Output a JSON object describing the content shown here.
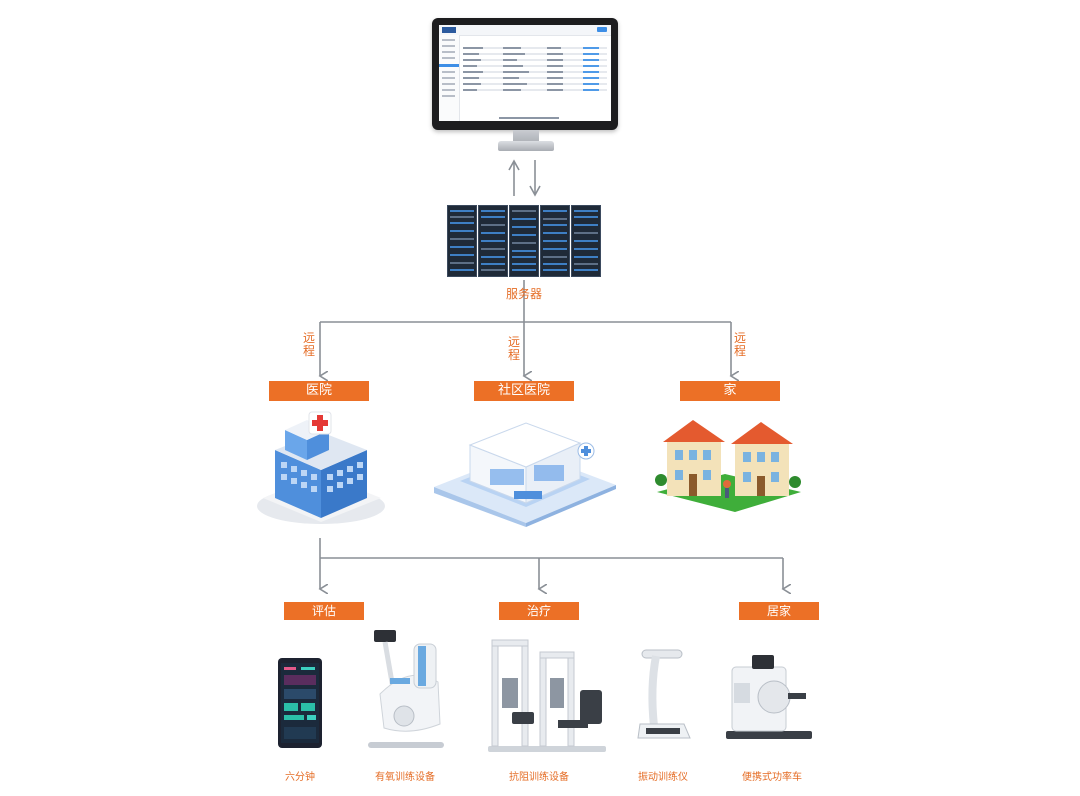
{
  "server": {
    "label": "服务器"
  },
  "remote_labels": [
    "远程",
    "远程",
    "远程"
  ],
  "sites": [
    {
      "label": "医院"
    },
    {
      "label": "社区医院"
    },
    {
      "label": "家"
    }
  ],
  "categories": [
    {
      "label": "评估"
    },
    {
      "label": "治疗"
    },
    {
      "label": "居家"
    }
  ],
  "devices": [
    {
      "label": "六分钟"
    },
    {
      "label": "有氧训练设备"
    },
    {
      "label": "抗阻训练设备"
    },
    {
      "label": "振动训练仪"
    },
    {
      "label": "便携式功率车"
    }
  ],
  "colors": {
    "accent": "#ec7026",
    "line": "#8a8f96"
  }
}
